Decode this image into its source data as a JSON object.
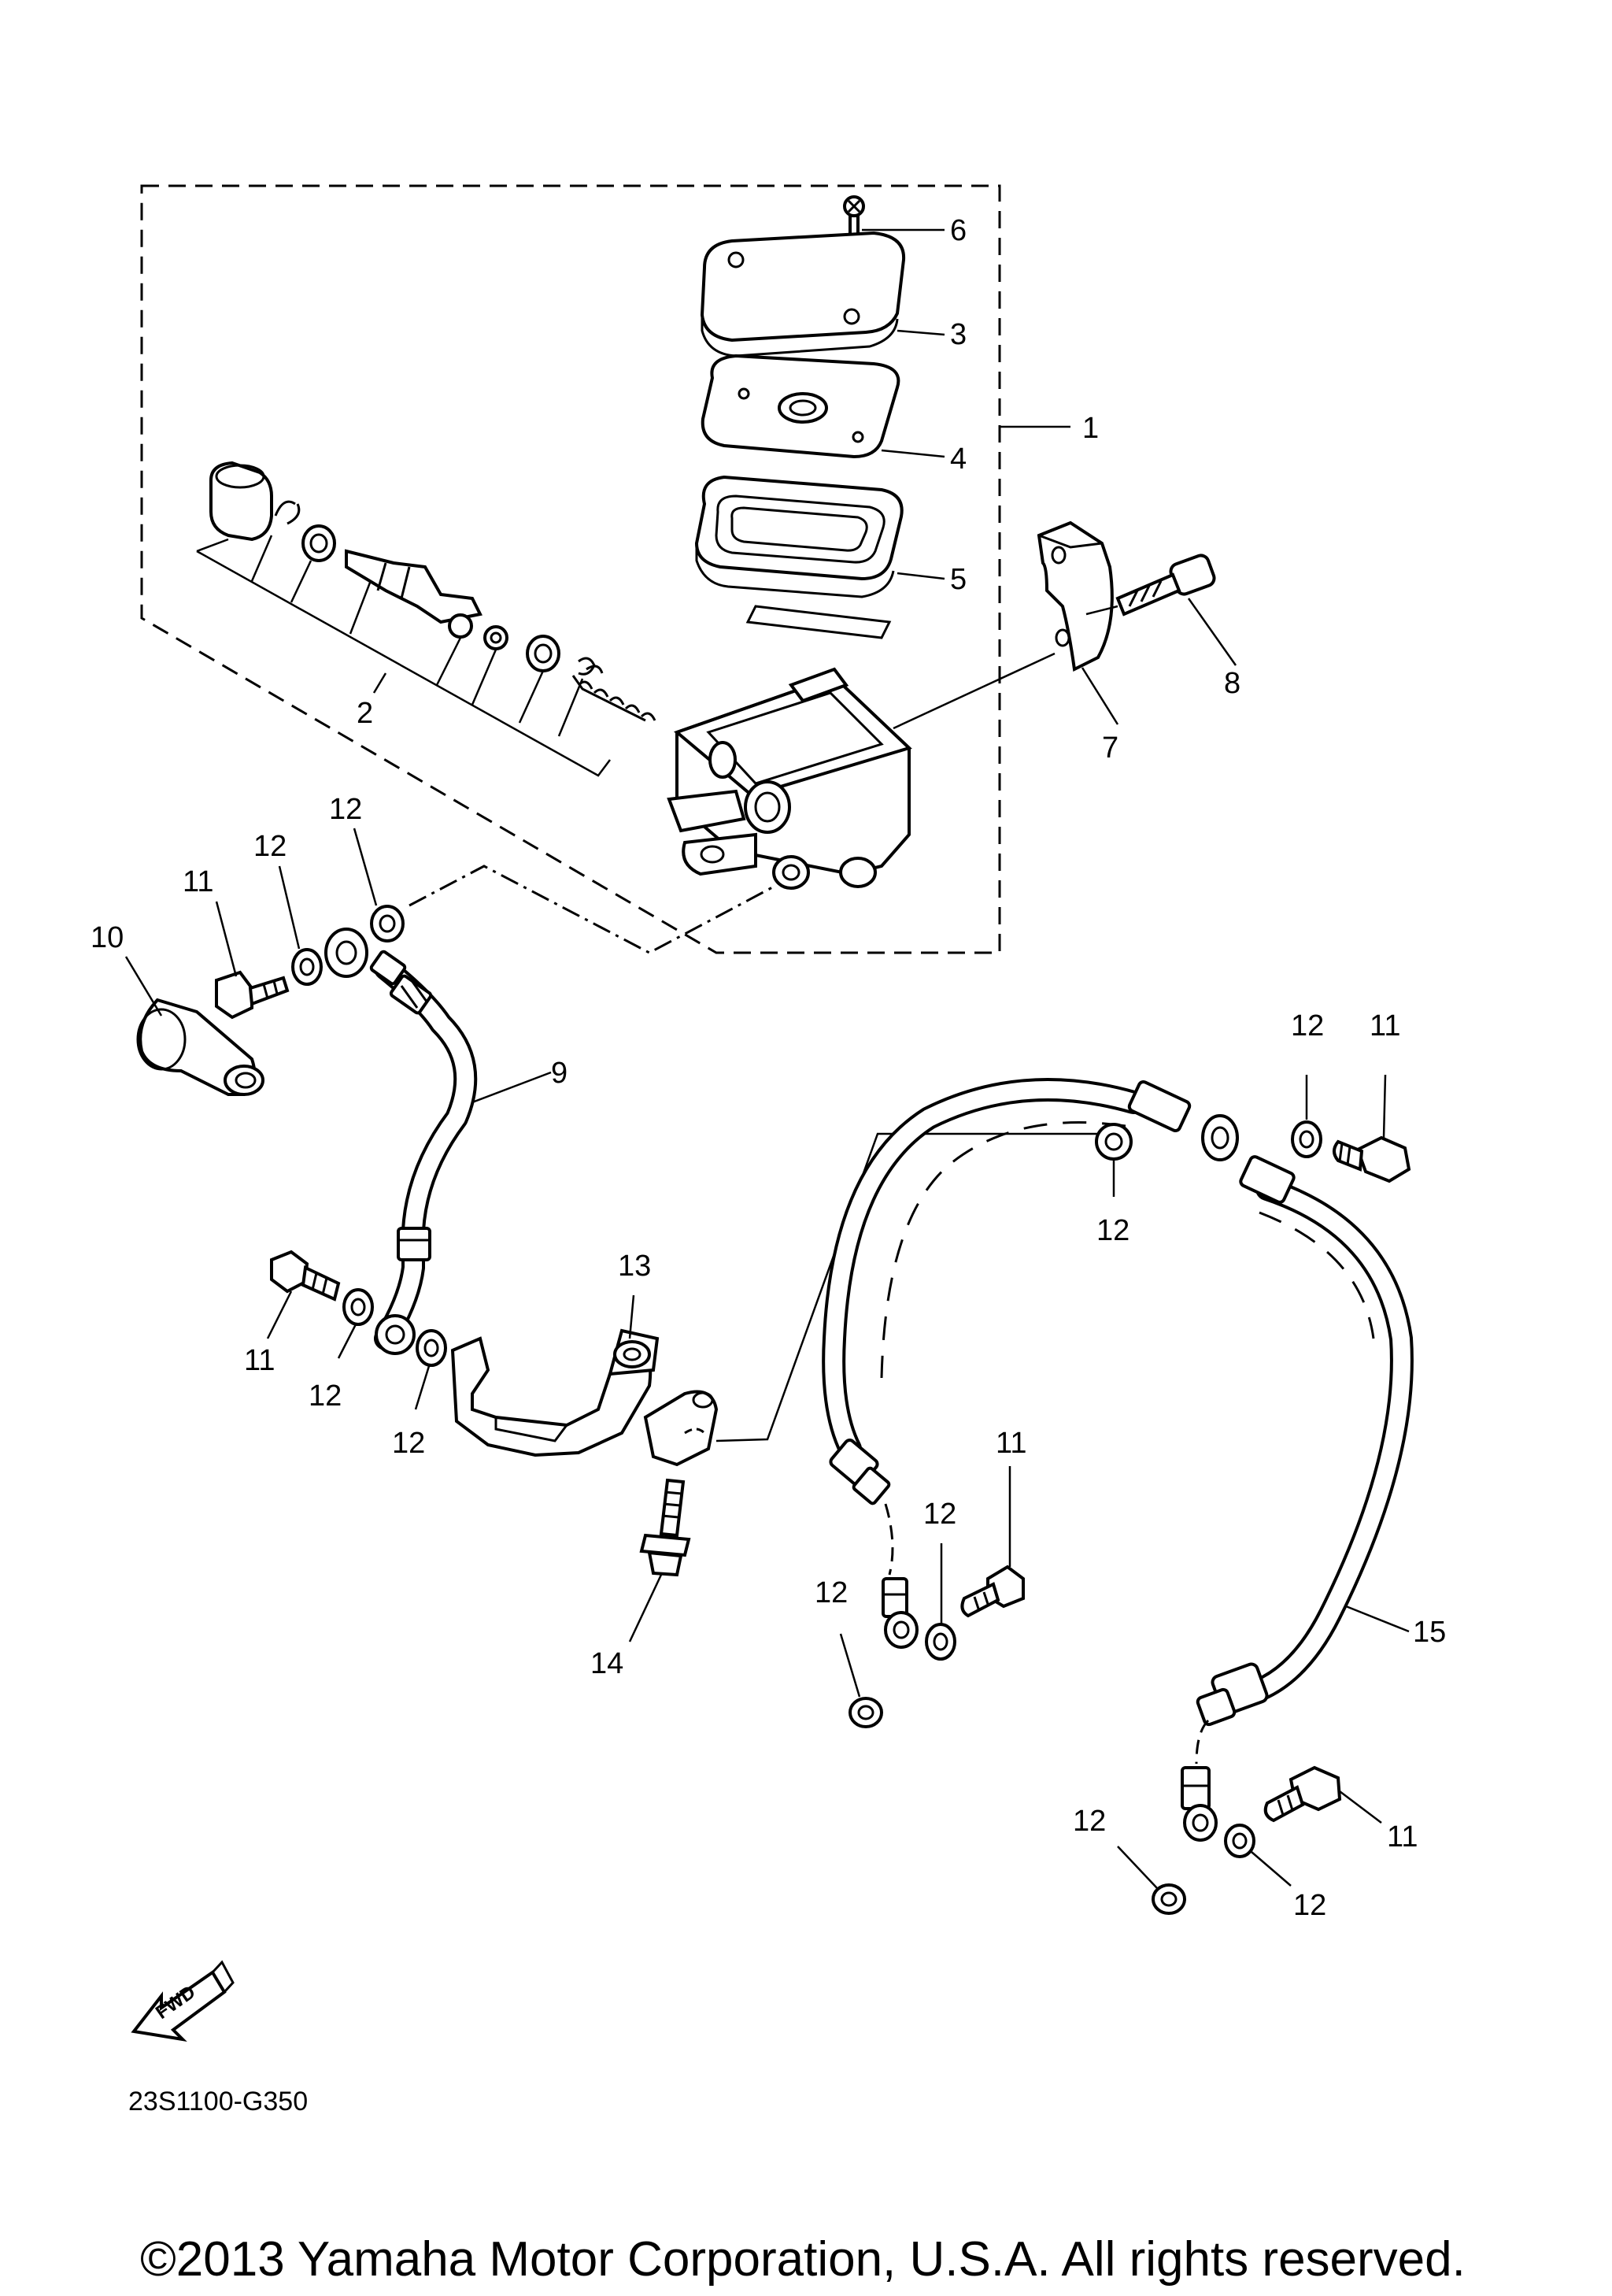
{
  "diagram": {
    "code": "23S1100-G350",
    "copyright": "©2013 Yamaha Motor Corporation, U.S.A. All rights reserved.",
    "fwd_label": "FWD",
    "callouts": [
      {
        "id": "c6",
        "label": "6"
      },
      {
        "id": "c3",
        "label": "3"
      },
      {
        "id": "c1",
        "label": "1"
      },
      {
        "id": "c4",
        "label": "4"
      },
      {
        "id": "c5",
        "label": "5"
      },
      {
        "id": "c8",
        "label": "8"
      },
      {
        "id": "c7",
        "label": "7"
      },
      {
        "id": "c2",
        "label": "2"
      },
      {
        "id": "c12a",
        "label": "12"
      },
      {
        "id": "c12b",
        "label": "12"
      },
      {
        "id": "c11a",
        "label": "11"
      },
      {
        "id": "c10",
        "label": "10"
      },
      {
        "id": "c9",
        "label": "9"
      },
      {
        "id": "c12c",
        "label": "12"
      },
      {
        "id": "c11b",
        "label": "11"
      },
      {
        "id": "c12d",
        "label": "12"
      },
      {
        "id": "c13",
        "label": "13"
      },
      {
        "id": "c11c",
        "label": "11"
      },
      {
        "id": "c12e",
        "label": "12"
      },
      {
        "id": "c12f",
        "label": "12"
      },
      {
        "id": "c11d",
        "label": "11"
      },
      {
        "id": "c12g",
        "label": "12"
      },
      {
        "id": "c12h",
        "label": "12"
      },
      {
        "id": "c14",
        "label": "14"
      },
      {
        "id": "c15",
        "label": "15"
      },
      {
        "id": "c12i",
        "label": "12"
      },
      {
        "id": "c11e",
        "label": "11"
      },
      {
        "id": "c12j",
        "label": "12"
      }
    ]
  }
}
